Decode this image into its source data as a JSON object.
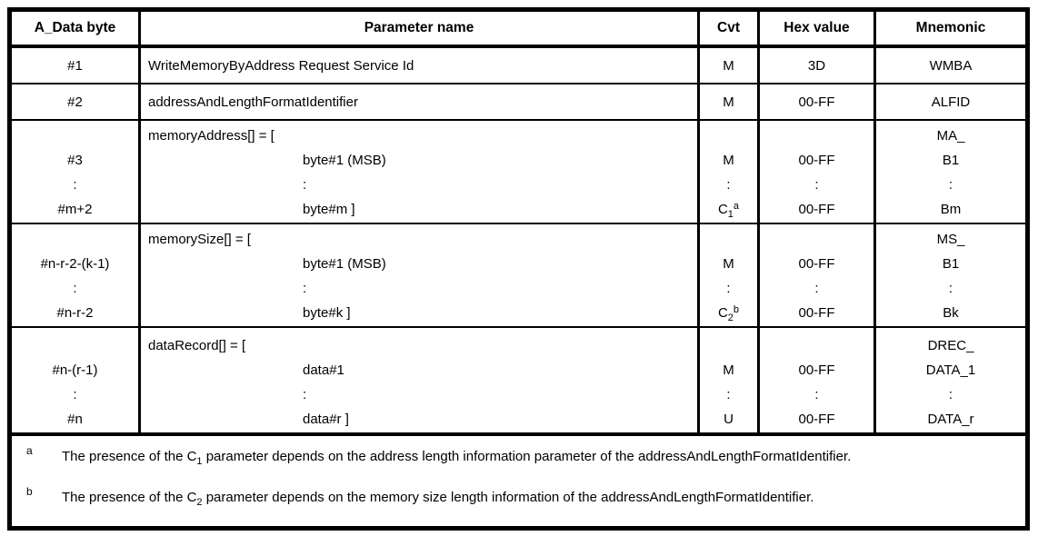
{
  "header": {
    "col_byte": "A_Data byte",
    "col_param": "Parameter name",
    "col_cvt": "Cvt",
    "col_hex": "Hex value",
    "col_mnemonic": "Mnemonic"
  },
  "rows": [
    {
      "byte": "#1",
      "param": "WriteMemoryByAddress Request Service Id",
      "cvt": "M",
      "hex": "3D",
      "mnemonic": "WMBA"
    },
    {
      "byte": "#2",
      "param": "addressAndLengthFormatIdentifier",
      "cvt": "M",
      "hex": "00-FF",
      "mnemonic": "ALFID"
    }
  ],
  "sections": [
    {
      "name": "memoryAddress",
      "lines": [
        {
          "byte": "",
          "param": "memoryAddress[] = [",
          "cvt": {
            "base": "",
            "sub": "",
            "sup": ""
          },
          "hex": "",
          "mnemonic": "MA_"
        },
        {
          "byte": "#3",
          "param": "byte#1 (MSB)",
          "cvt": {
            "base": "M",
            "sub": "",
            "sup": ""
          },
          "hex": "00-FF",
          "mnemonic": "B1"
        },
        {
          "byte": ":",
          "param": ":",
          "cvt": {
            "base": ":",
            "sub": "",
            "sup": ""
          },
          "hex": ":",
          "mnemonic": ":"
        },
        {
          "byte": "#m+2",
          "param": "byte#m ]",
          "cvt": {
            "base": "C",
            "sub": "1",
            "sup": "a"
          },
          "hex": "00-FF",
          "mnemonic": "Bm"
        }
      ]
    },
    {
      "name": "memorySize",
      "lines": [
        {
          "byte": "",
          "param": "memorySize[] = [",
          "cvt": {
            "base": "",
            "sub": "",
            "sup": ""
          },
          "hex": "",
          "mnemonic": "MS_"
        },
        {
          "byte": "#n-r-2-(k-1)",
          "param": "byte#1 (MSB)",
          "cvt": {
            "base": "M",
            "sub": "",
            "sup": ""
          },
          "hex": "00-FF",
          "mnemonic": "B1"
        },
        {
          "byte": ":",
          "param": ":",
          "cvt": {
            "base": ":",
            "sub": "",
            "sup": ""
          },
          "hex": ":",
          "mnemonic": ":"
        },
        {
          "byte": "#n-r-2",
          "param": "byte#k ]",
          "cvt": {
            "base": "C",
            "sub": "2",
            "sup": "b"
          },
          "hex": "00-FF",
          "mnemonic": "Bk"
        }
      ]
    },
    {
      "name": "dataRecord",
      "lines": [
        {
          "byte": "",
          "param": "dataRecord[] = [",
          "cvt": {
            "base": "",
            "sub": "",
            "sup": ""
          },
          "hex": "",
          "mnemonic": "DREC_"
        },
        {
          "byte": "#n-(r-1)",
          "param": "data#1",
          "cvt": {
            "base": "M",
            "sub": "",
            "sup": ""
          },
          "hex": "00-FF",
          "mnemonic": "DATA_1"
        },
        {
          "byte": ":",
          "param": ":",
          "cvt": {
            "base": ":",
            "sub": "",
            "sup": ""
          },
          "hex": ":",
          "mnemonic": ":"
        },
        {
          "byte": "#n",
          "param": "data#r ]",
          "cvt": {
            "base": "U",
            "sub": "",
            "sup": ""
          },
          "hex": "00-FF",
          "mnemonic": "DATA_r"
        }
      ]
    }
  ],
  "footnotes": [
    {
      "marker": "a",
      "before": "The presence of the C",
      "sub": "1",
      "after": " parameter depends on the address length information parameter of the addressAndLengthFormatIdentifier."
    },
    {
      "marker": "b",
      "before": "The presence of the C",
      "sub": "2",
      "after": " parameter depends on the memory size length information of the addressAndLengthFormatIdentifier."
    }
  ],
  "colors": {
    "border": "#000000",
    "text": "#000000",
    "background": "#ffffff"
  }
}
